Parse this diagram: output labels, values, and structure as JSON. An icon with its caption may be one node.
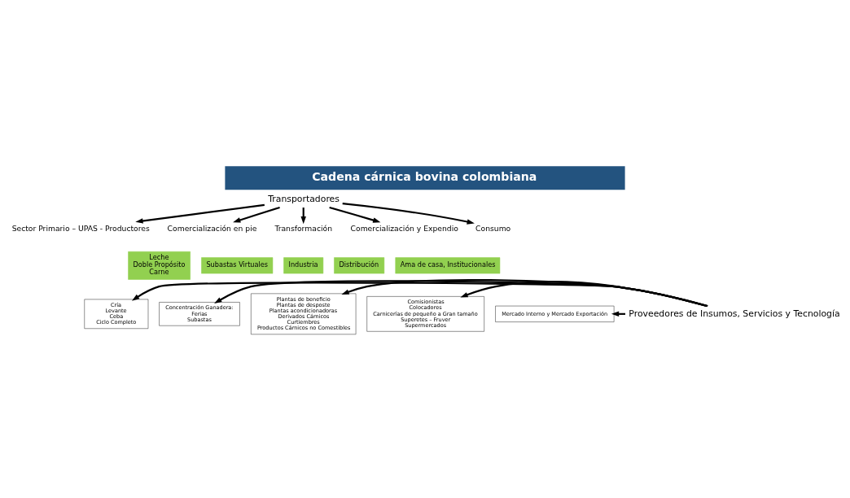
{
  "diagram": {
    "title": "Cadena cárnica bovina colombiana",
    "nodes": [
      {
        "text": [
          "Transportadores"
        ]
      },
      {
        "text": [
          "Sector Primario – UPAS - Productores"
        ]
      },
      {
        "text": [
          "Cría",
          "Levante",
          "Ceba",
          "Ciclo Completo"
        ]
      },
      {
        "text": [
          "Leche",
          "Doble Propósito",
          "Carne"
        ]
      },
      {
        "text": [
          "Comercialización en pie"
        ]
      },
      {
        "text": [
          "Subastas Virtuales"
        ]
      },
      {
        "text": [
          "Concentración Ganadera:",
          "Ferias",
          "Subastas"
        ]
      },
      {
        "text": [
          "Transformación"
        ]
      },
      {
        "text": [
          "Industria"
        ]
      },
      {
        "text": [
          "Plantas de beneficio",
          "Plantas de desposte",
          "Plantas acondicionadoras",
          "Derivados Cárnicos",
          "Curtiembres",
          "Productos Cárnicos no Comestibles"
        ]
      },
      {
        "text": [
          "Comercialización y Expendio"
        ]
      },
      {
        "text": [
          "Distribución"
        ]
      },
      {
        "text": [
          "Comisionistas",
          "Colocadores",
          "Carnicerías de pequeño a Gran tamaño",
          "Superetes – Fruver",
          "Supermercados"
        ]
      },
      {
        "text": [
          "Consumo"
        ]
      },
      {
        "text": [
          "Ama de casa, Institucionales"
        ]
      },
      {
        "text": [
          "Mercado Interno y Mercado Exportación"
        ]
      },
      {
        "text": [
          "Proveedores de Insumos, Servicios y Tecnología"
        ]
      }
    ],
    "edges": [
      {
        "from": 0,
        "to": 1,
        "arrow": "to"
      },
      {
        "from": 0,
        "to": 4,
        "arrow": "to"
      },
      {
        "from": 0,
        "to": 7,
        "arrow": "to"
      },
      {
        "from": 0,
        "to": 10,
        "arrow": "to"
      },
      {
        "from": 0,
        "to": 13,
        "arrow": "to"
      },
      {
        "from": 16,
        "to": 2,
        "arrow": "to"
      },
      {
        "from": 16,
        "to": 6,
        "arrow": "to"
      },
      {
        "from": 16,
        "to": 9,
        "arrow": "to"
      },
      {
        "from": 16,
        "to": 12,
        "arrow": "to"
      },
      {
        "from": 16,
        "to": 15,
        "arrow": "to"
      }
    ]
  }
}
